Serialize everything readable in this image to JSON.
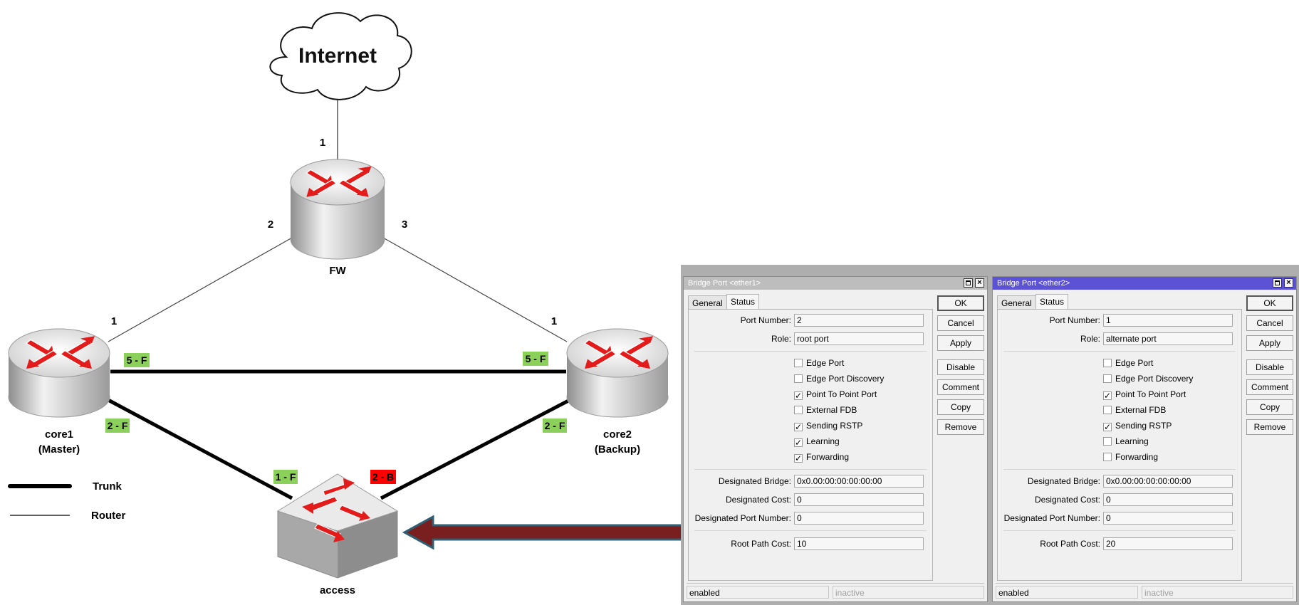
{
  "diagram": {
    "cloud_label": "Internet",
    "fw_label": "FW",
    "core1_name": "core1",
    "core1_role": "(Master)",
    "core2_name": "core2",
    "core2_role": "(Backup)",
    "access_label": "access",
    "port_labels": {
      "internet_fw": "1",
      "fw_left": "2",
      "fw_right": "3",
      "core1_top": "1",
      "core2_top": "1"
    },
    "state_tags": {
      "core1_right": "5 - F",
      "core2_left": "5 - F",
      "core1_bottom": "2 - F",
      "core2_bottom": "2 - F",
      "access_left": "1 - F",
      "access_right": "2 - B"
    },
    "legend": [
      {
        "label": "Trunk"
      },
      {
        "label": "Router"
      }
    ],
    "colors": {
      "forward_tag": "#8bd05a",
      "blocked_tag": "#ff0000",
      "arrow": "#7a1f1f",
      "arrow_outline": "#2e5f73",
      "router_arrows": "#e31b1b"
    }
  },
  "dialogs": [
    {
      "title": "Bridge Port <ether1>",
      "active": false,
      "tabs": [
        "General",
        "Status"
      ],
      "selected_tab": "Status",
      "fields": {
        "port_number_label": "Port Number:",
        "port_number": "2",
        "role_label": "Role:",
        "role": "root port",
        "designated_bridge_label": "Designated Bridge:",
        "designated_bridge": "0x0.00:00:00:00:00:00",
        "designated_cost_label": "Designated Cost:",
        "designated_cost": "0",
        "designated_port_number_label": "Designated Port Number:",
        "designated_port_number": "0",
        "root_path_cost_label": "Root Path Cost:",
        "root_path_cost": "10"
      },
      "checks": [
        {
          "label": "Edge Port",
          "checked": false
        },
        {
          "label": "Edge Port Discovery",
          "checked": false
        },
        {
          "label": "Point To Point Port",
          "checked": true
        },
        {
          "label": "External FDB",
          "checked": false
        },
        {
          "label": "Sending RSTP",
          "checked": true
        },
        {
          "label": "Learning",
          "checked": true
        },
        {
          "label": "Forwarding",
          "checked": true
        }
      ],
      "buttons": [
        "OK",
        "Cancel",
        "Apply",
        "Disable",
        "Comment",
        "Copy",
        "Remove"
      ],
      "status_left": "enabled",
      "status_right": "inactive"
    },
    {
      "title": "Bridge Port <ether2>",
      "active": true,
      "tabs": [
        "General",
        "Status"
      ],
      "selected_tab": "Status",
      "fields": {
        "port_number_label": "Port Number:",
        "port_number": "1",
        "role_label": "Role:",
        "role": "alternate port",
        "designated_bridge_label": "Designated Bridge:",
        "designated_bridge": "0x0.00:00:00:00:00:00",
        "designated_cost_label": "Designated Cost:",
        "designated_cost": "0",
        "designated_port_number_label": "Designated Port Number:",
        "designated_port_number": "0",
        "root_path_cost_label": "Root Path Cost:",
        "root_path_cost": "20"
      },
      "checks": [
        {
          "label": "Edge Port",
          "checked": false
        },
        {
          "label": "Edge Port Discovery",
          "checked": false
        },
        {
          "label": "Point To Point Port",
          "checked": true
        },
        {
          "label": "External FDB",
          "checked": false
        },
        {
          "label": "Sending RSTP",
          "checked": true
        },
        {
          "label": "Learning",
          "checked": false
        },
        {
          "label": "Forwarding",
          "checked": false
        }
      ],
      "buttons": [
        "OK",
        "Cancel",
        "Apply",
        "Disable",
        "Comment",
        "Copy",
        "Remove"
      ],
      "status_left": "enabled",
      "status_right": "inactive"
    }
  ]
}
